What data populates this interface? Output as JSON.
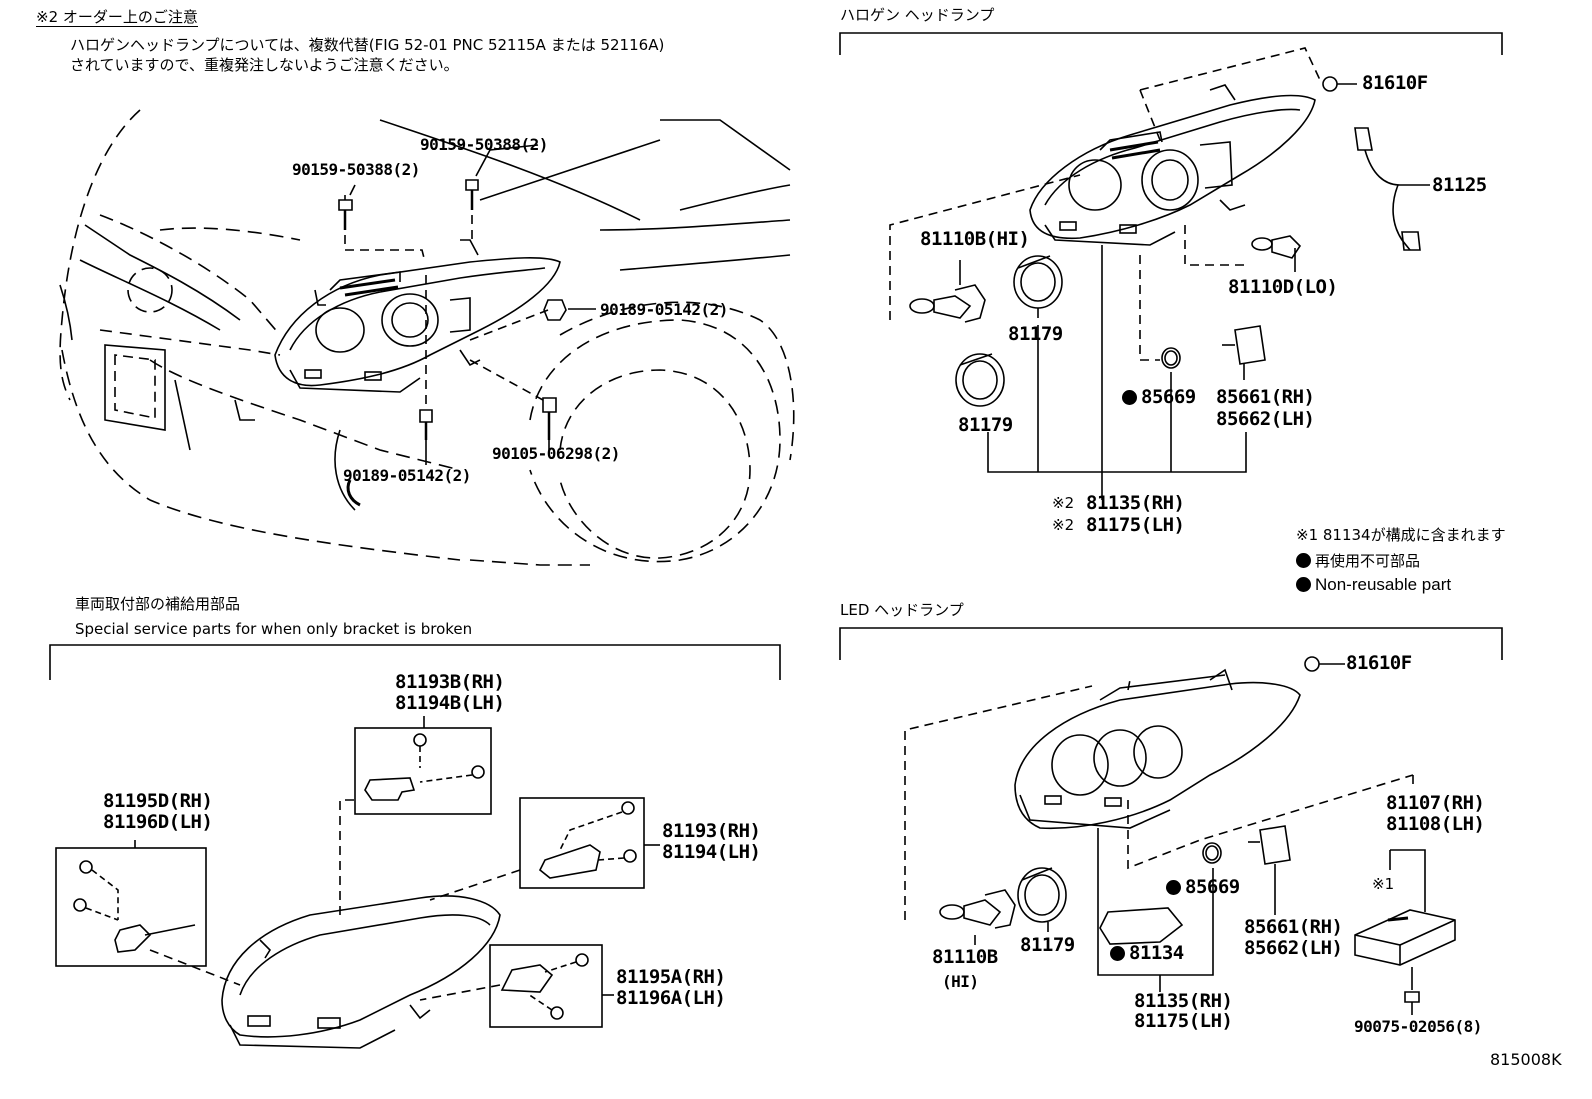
{
  "notice": {
    "heading": "※2 オーダー上のご注意",
    "line1": "ハロゲンヘッドランプについては、複数代替(FIG 52-01 PNC 52115A または 52116A)",
    "line2": "されていますので、重複発注しないようご注意ください。"
  },
  "sections": {
    "halogen": "ハロゲン ヘッドランプ",
    "led": "LED ヘッドランプ",
    "bracket_jp": "車両取付部の補給用部品",
    "bracket_en": "Special service parts for when only bracket is broken"
  },
  "parts_vehicle": {
    "bolt_top_right": "90159-50388(2)",
    "bolt_top_left": "90159-50388(2)",
    "nut_right": "90189-05142(2)",
    "bolt_lower_right": "90105-06298(2)",
    "nut_lower": "90189-05142(2)"
  },
  "parts_halogen": {
    "p81610f": "81610F",
    "p81125": "81125",
    "p81110b": "81110B(HI)",
    "p81110d": "81110D(LO)",
    "p81179a": "81179",
    "p81179b": "81179",
    "p85669": "85669",
    "p85661": "85661(RH)",
    "p85662": "85662(LH)",
    "assy_rh": "81135(RH)",
    "assy_lh": "81175(LH)",
    "assy_mark": "※2"
  },
  "legend": {
    "note1": "※1 81134が構成に含まれます",
    "jp": "再使用不可部品",
    "en": "Non-reusable part"
  },
  "parts_bracket": {
    "p81193b": "81193B(RH)",
    "p81194b": "81194B(LH)",
    "p81195d": "81195D(RH)",
    "p81196d": "81196D(LH)",
    "p81193": "81193(RH)",
    "p81194": "81194(LH)",
    "p81195a": "81195A(RH)",
    "p81196a": "81196A(LH)"
  },
  "parts_led": {
    "p81610f": "81610F",
    "p81107": "81107(RH)",
    "p81108": "81108(LH)",
    "mark1": "※1",
    "p85669": "85669",
    "p81134": "81134",
    "p85661": "85661(RH)",
    "p85662": "85662(LH)",
    "p81110b": "81110B",
    "p81110b_hi": "(HI)",
    "p81179": "81179",
    "assy_rh": "81135(RH)",
    "assy_lh": "81175(LH)",
    "p90075": "90075-02056(8)"
  },
  "figure_id": "815008K"
}
